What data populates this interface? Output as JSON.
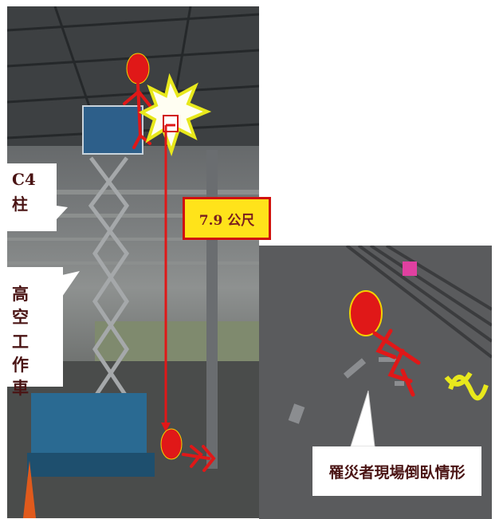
{
  "labels": {
    "column": "C4 柱",
    "column_line1": "C4",
    "column_line2": "柱",
    "lift": "高空工作車",
    "lift_line1": "高",
    "lift_line2": "空",
    "lift_line3": "工",
    "lift_line4": "作",
    "lift_line5": "車",
    "distance": "7.9 公尺",
    "victim": "罹災者現場倒臥情形"
  },
  "colors": {
    "accent_red": "#e01818",
    "highlight_yellow": "#ffe31a",
    "text_dark_red": "#7a1f1f"
  }
}
